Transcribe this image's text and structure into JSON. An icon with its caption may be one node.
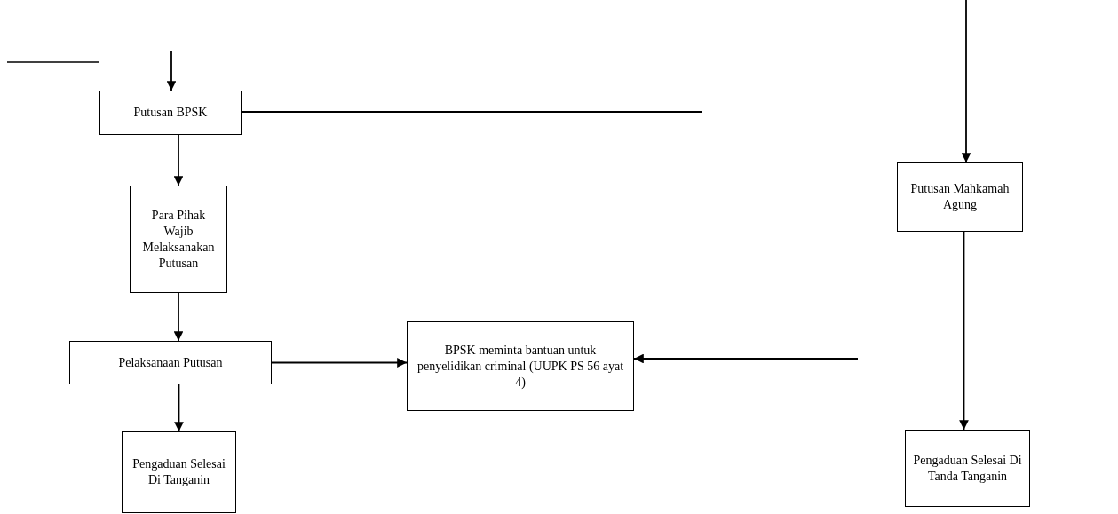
{
  "diagram": {
    "nodes": [
      {
        "text": [
          "Putusan BPSK"
        ]
      },
      {
        "text": [
          "Para Pihak Wajib Melaksanakan Putusan"
        ]
      },
      {
        "text": [
          "Pelaksanaan Putusan"
        ]
      },
      {
        "text": [
          "Pengaduan Selesai Di Tanganin"
        ]
      },
      {
        "text": [
          "BPSK meminta bantuan untuk penyelidikan criminal (UUPK PS 56 ayat 4)"
        ]
      },
      {
        "text": [
          "Putusan Mahkamah Agung"
        ]
      },
      {
        "text": [
          "Pengaduan Selesai Di Tanda Tanganin"
        ]
      }
    ],
    "edges": [
      {
        "from": null,
        "to": 0,
        "arrow": "to"
      },
      {
        "from": 0,
        "to": 1,
        "arrow": "to"
      },
      {
        "from": 1,
        "to": 2,
        "arrow": "to"
      },
      {
        "from": 2,
        "to": 3,
        "arrow": "to"
      },
      {
        "from": 2,
        "to": 4,
        "arrow": "to"
      },
      {
        "from": null,
        "to": 4,
        "arrow": "to"
      },
      {
        "from": 0,
        "to": null,
        "arrow": "none"
      },
      {
        "from": null,
        "to": 5,
        "arrow": "to"
      },
      {
        "from": 5,
        "to": 6,
        "arrow": "to"
      }
    ]
  }
}
